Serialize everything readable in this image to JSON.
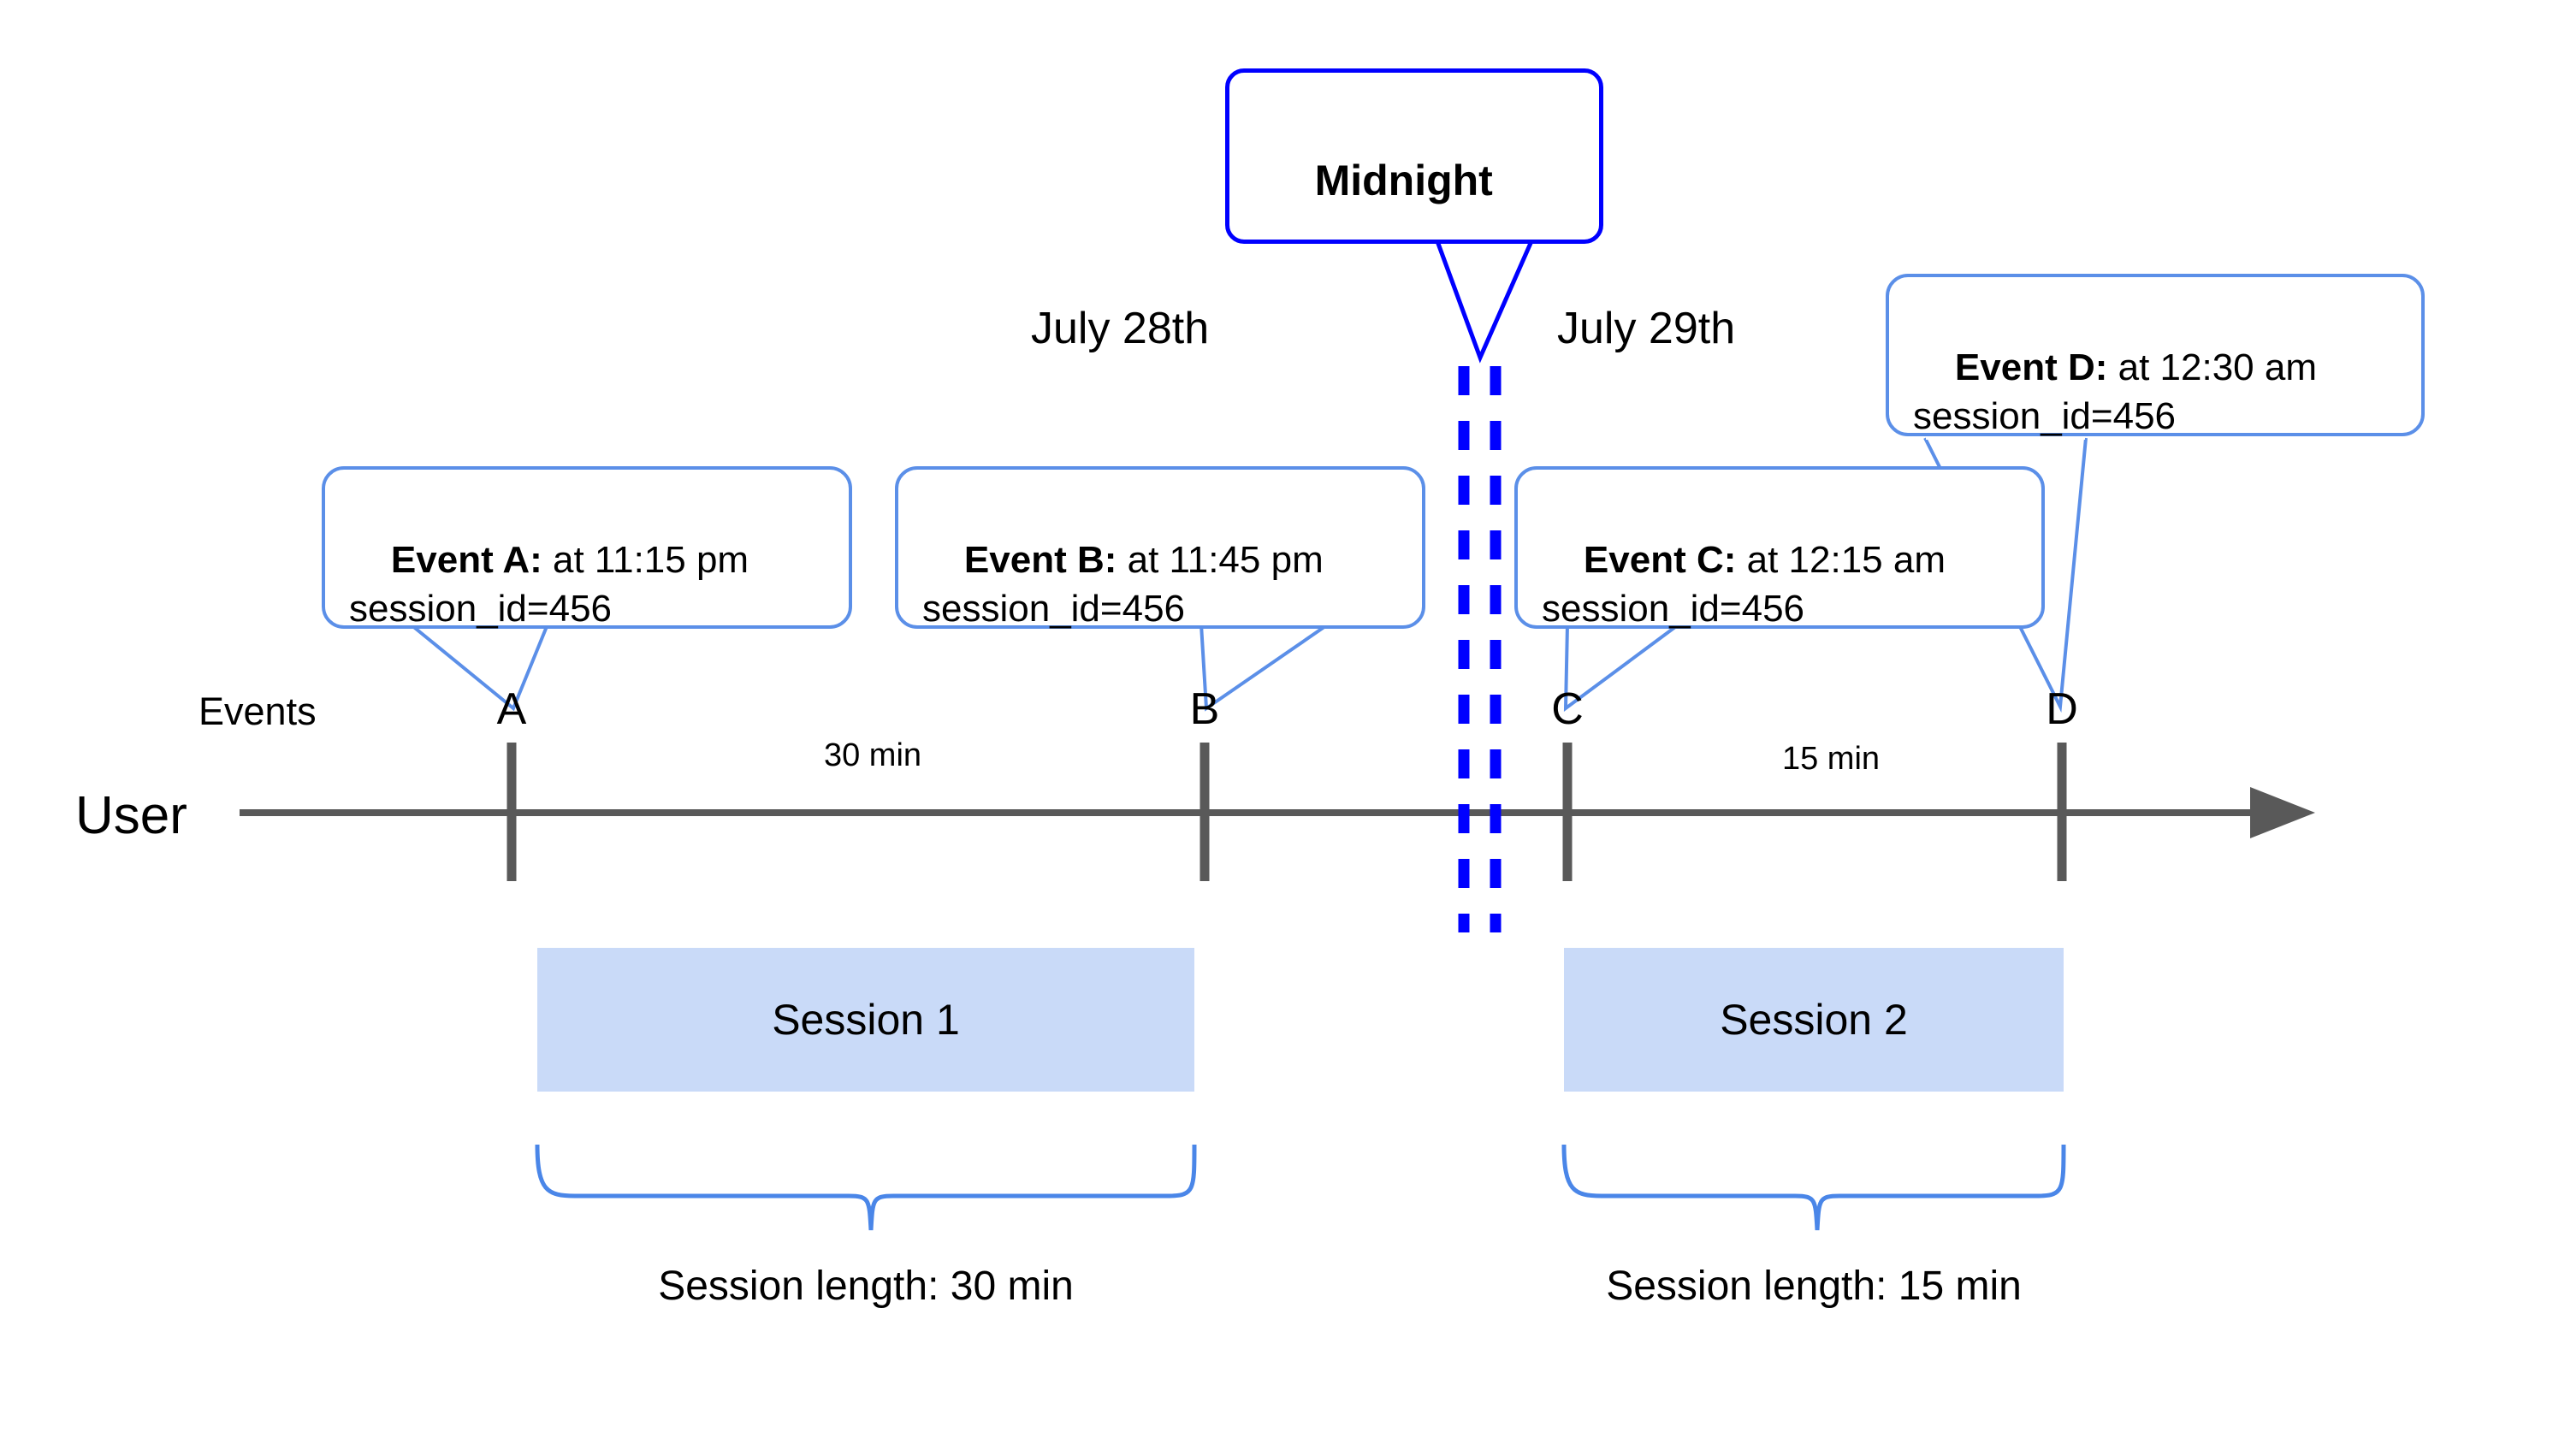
{
  "diagram": {
    "title_note": "User session timeline across midnight",
    "row_labels": {
      "user": "User",
      "events": "Events"
    },
    "dates": {
      "left": "July 28th",
      "right": "July 29th"
    },
    "midnight_label": "Midnight",
    "markers": [
      {
        "letter": "A"
      },
      {
        "letter": "B"
      },
      {
        "letter": "C"
      },
      {
        "letter": "D"
      }
    ],
    "intervals": [
      {
        "label": "30 min"
      },
      {
        "label": "15 min"
      }
    ],
    "callouts": [
      {
        "title": "Event A:",
        "time": " at 11:15 pm",
        "detail": "session_id=456"
      },
      {
        "title": "Event B:",
        "time": " at 11:45 pm",
        "detail": "session_id=456"
      },
      {
        "title": "Event C:",
        "time": " at 12:15 am",
        "detail": "session_id=456"
      },
      {
        "title": "Event D:",
        "time": " at 12:30 am",
        "detail": "session_id=456"
      }
    ],
    "sessions": [
      {
        "name": "Session 1",
        "length_label": "Session length: 30 min"
      },
      {
        "name": "Session 2",
        "length_label": "Session length: 15 min"
      }
    ],
    "colors": {
      "callout_border": "#5b8fe8",
      "midnight_border": "#0000ff",
      "midnight_dash": "#0000ff",
      "session_fill": "#c9daf8",
      "axis": "#595959",
      "brace": "#4a86e8",
      "text": "#000000",
      "background": "#ffffff"
    }
  },
  "chart_data": {
    "type": "timeline",
    "title": "User session timeline split by midnight",
    "axis": {
      "name": "User",
      "direction": "left-to-right",
      "arrow": true
    },
    "day_boundary": {
      "label": "Midnight",
      "between": [
        "July 28th",
        "July 29th"
      ]
    },
    "events": [
      {
        "id": "A",
        "time": "11:15 pm",
        "date": "July 28th",
        "session_id": 456,
        "session": "Session 1"
      },
      {
        "id": "B",
        "time": "11:45 pm",
        "date": "July 28th",
        "session_id": 456,
        "session": "Session 1"
      },
      {
        "id": "C",
        "time": "12:15 am",
        "date": "July 29th",
        "session_id": 456,
        "session": "Session 2"
      },
      {
        "id": "D",
        "time": "12:30 am",
        "date": "July 29th",
        "session_id": 456,
        "session": "Session 2"
      }
    ],
    "gaps": [
      {
        "from": "A",
        "to": "B",
        "duration": "30 min"
      },
      {
        "from": "C",
        "to": "D",
        "duration": "15 min"
      }
    ],
    "sessions": [
      {
        "name": "Session 1",
        "events": [
          "A",
          "B"
        ],
        "length": "30 min"
      },
      {
        "name": "Session 2",
        "events": [
          "C",
          "D"
        ],
        "length": "15 min"
      }
    ]
  }
}
